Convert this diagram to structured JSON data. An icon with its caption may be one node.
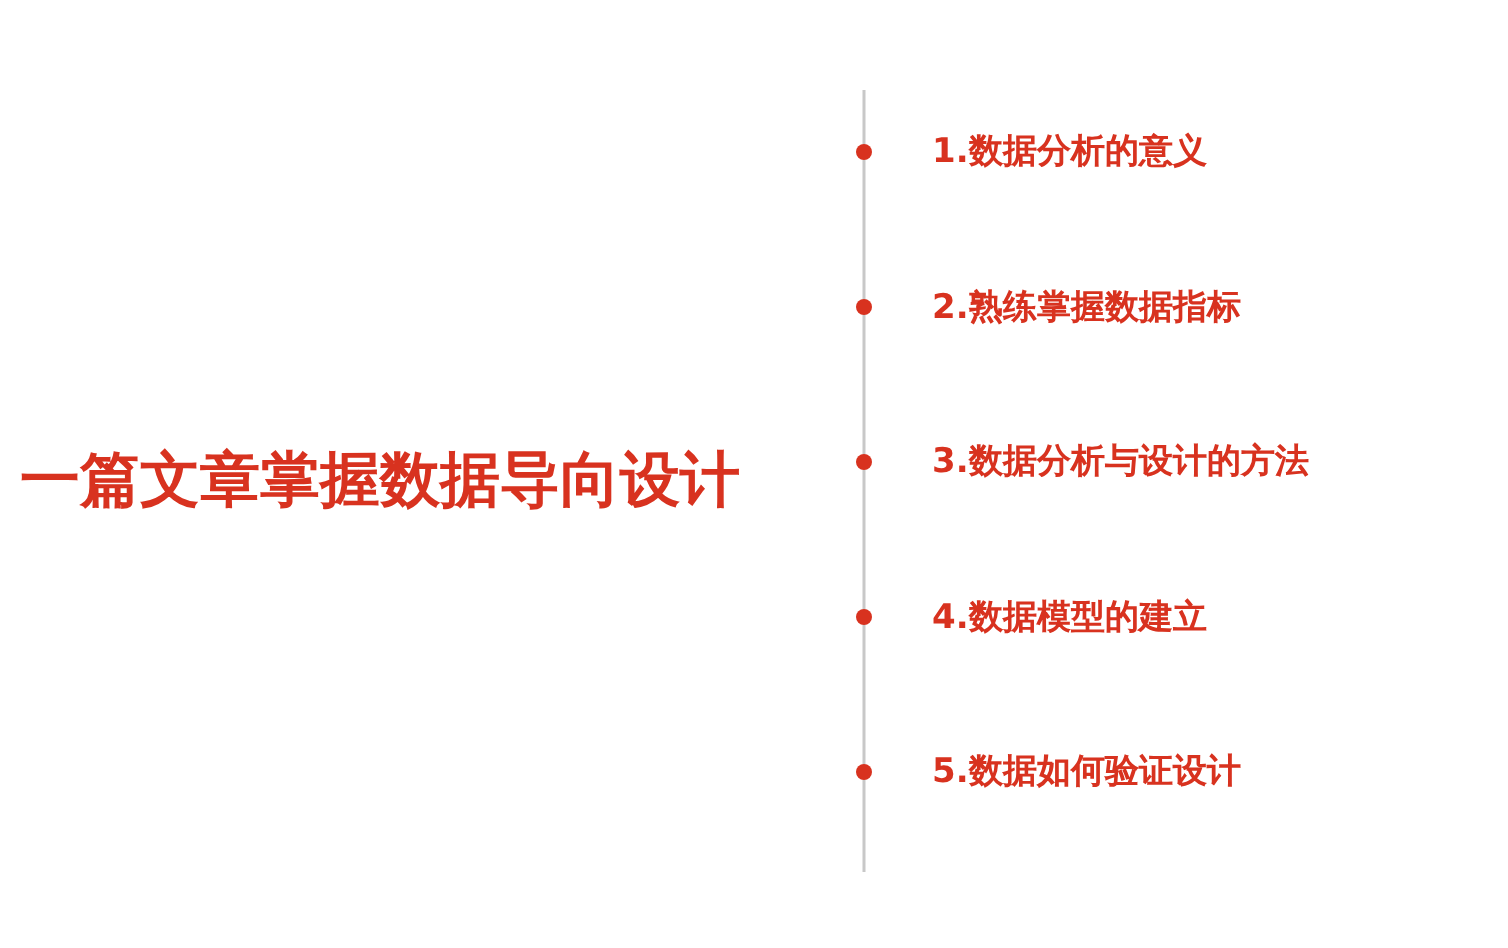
{
  "diagram": {
    "title": "一篇文章掌握数据导向设计",
    "labels": [
      "1.数据分析的意义",
      "2.熟练掌握数据指标",
      "3.数据分析与设计的方法",
      "4.数据模型的建立",
      "5.数据如何验证设计"
    ]
  }
}
